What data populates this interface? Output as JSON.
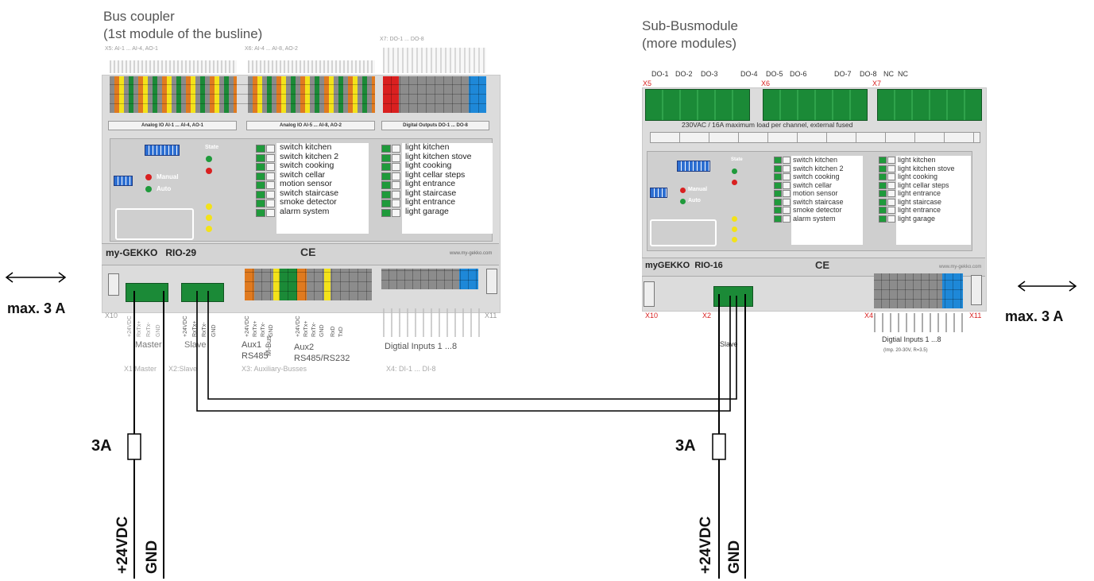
{
  "left_module": {
    "heading_line1": "Bus coupler",
    "heading_line2": "(1st module of the busline)",
    "x5_label": "X5: AI-1 ... AI-4, AO-1",
    "x6_label": "X6: AI-4 ... AI-8, AO-2",
    "x7_label": "X7: DO-1 ... DO-8",
    "strip_label_1": "Analog IO   AI-1 ... AI-4, AO-1",
    "strip_label_2": "Analog IO   AI-5 ... AI-8, AO-2",
    "strip_label_3": "Digital Outputs   DO-1 ... DO-8",
    "state_label": "State",
    "manual_label": "Manual",
    "auto_label": "Auto",
    "inputs_list": [
      "switch kitchen",
      "switch kitchen 2",
      "switch cooking",
      "switch cellar",
      "motion sensor",
      "switch staircase",
      "smoke detector",
      "alarm system"
    ],
    "outputs_list": [
      "light kitchen",
      "light kitchen stove",
      "light cooking",
      "light cellar steps",
      "light entrance",
      "light staircase",
      "light entrance",
      "light garage"
    ],
    "brand_text": "my-GEKKO   RIO-29",
    "ce_mark": "CE",
    "web_text": "www.my-gekko.com",
    "x10": "X10",
    "x11": "X11",
    "master_label": "Master",
    "slave_label": "Slave",
    "aux1_label": "Aux1",
    "rs485_label": "RS485",
    "mbus_label": "M-Bus",
    "aux2_label": "Aux2",
    "rs485_232_label": "RS485/RS232",
    "digital_inputs_label": "Digtial Inputs 1 ...8",
    "x1_master": "X1:Master",
    "x2_slave": "X2:Slave",
    "x3_aux": "X3: Auxiliary-Busses",
    "x4_di": "X4: DI-1 ... DI-8",
    "master_pins": [
      "+24VDC",
      "RxTx+",
      "RxTx-",
      "GND"
    ],
    "slave_pins": [
      "+24VDC",
      "RxTx+",
      "RxTx-",
      "GND"
    ],
    "aux1_pins": [
      "+24VDC",
      "RxTx+",
      "RxTx-",
      "GND"
    ],
    "aux2_pins": [
      "+24VDC",
      "RxTx+",
      "RxTx-",
      "GND",
      "RxD",
      "TxD"
    ]
  },
  "right_module": {
    "heading_line1": "Sub-Busmodule",
    "heading_line2": "(more modules)",
    "do_labels": [
      "DO-1",
      "DO-2",
      "DO-3",
      "DO-4",
      "DO-5",
      "DO-6",
      "DO-7",
      "DO-8",
      "NC",
      "NC"
    ],
    "x5": "X5",
    "x6": "X6",
    "x7": "X7",
    "load_text": "230VAC / 16A maximum load per channel, external fused",
    "state_label": "State",
    "manual_label": "Manual",
    "auto_label": "Auto",
    "inputs_list": [
      "switch kitchen",
      "switch kitchen 2",
      "switch cooking",
      "switch cellar",
      "motion sensor",
      "switch staircase",
      "smoke detector",
      "alarm system"
    ],
    "outputs_list": [
      "light kitchen",
      "light kitchen stove",
      "light cooking",
      "light cellar steps",
      "light entrance",
      "light staircase",
      "light entrance",
      "light garage"
    ],
    "brand_text": "myGEKKO  RIO-16",
    "ce_mark": "CE",
    "web_text": "www.my-gekko.com",
    "x10": "X10",
    "x2": "X2",
    "x4": "X4",
    "x11": "X11",
    "slave_label": "Slave",
    "digital_inputs_label": "Digtial Inputs 1 ...8",
    "small_note": "(Imp. 20-30V, R=3.5)"
  },
  "wiring": {
    "left_arrow_label": "max. 3 A",
    "right_arrow_label": "max. 3 A",
    "fuse_left": "3A",
    "fuse_right": "3A",
    "supply_left_pos": "+24VDC",
    "supply_left_gnd": "GND",
    "supply_right_pos": "+24VDC",
    "supply_right_gnd": "GND"
  },
  "colors": {
    "terminal_green": "#1b8a37",
    "orange": "#e07a1f",
    "yellow": "#f3e21a",
    "red": "#d92020",
    "blue": "#1e88d8",
    "grey_term": "#8c8c8c",
    "led_green": "#1f9a3b",
    "line": "#000000"
  }
}
